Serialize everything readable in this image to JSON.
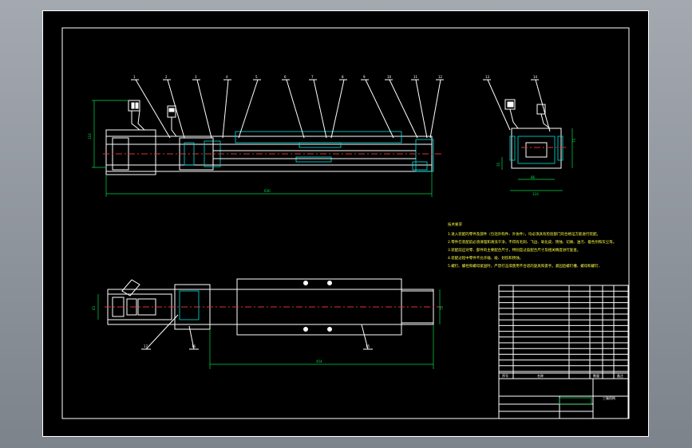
{
  "drawing": {
    "background": "#000000",
    "frame_color": "#ffffff",
    "dimension_color": "#00d84a",
    "centerline_color": "#e03030",
    "hatch_color": "#00e0e0",
    "note_color": "#ffff40"
  },
  "balloons_top": [
    "1",
    "2",
    "3",
    "4",
    "5",
    "6",
    "7",
    "8",
    "9",
    "10",
    "11",
    "12"
  ],
  "balloons_side": [
    "13",
    "14"
  ],
  "balloons_plan": [
    "17",
    "16",
    "15"
  ],
  "dims": {
    "overall_length": "630",
    "height_left": "116",
    "stroke": "454",
    "side_height": "73",
    "side_width": "86",
    "side_small": "35",
    "side_base": "110",
    "plan_width": "73",
    "plan_left": "63"
  },
  "notes": {
    "title": "技术要求",
    "lines": [
      "1.进入装配的零件及部件（包括外购件、外协件），均必须具有检验部门的合格证方能进行装配。",
      "2.零件在装配前必须清理和清洗干净，不得有毛刺、飞边、氧化皮、锈蚀、切屑、油污、着色剂和灰尘等。",
      "3.装配前应对零、部件的主要配合尺寸，特别是过盈配合尺寸及相关精度进行复查。",
      "4.装配过程中零件不允许磕、碰、划伤和锈蚀。",
      "5.螺钉、螺栓和螺母紧固时，严禁打击或使用不合适的旋具和扳手。紧固后螺钉槽、螺母和螺钉、"
    ]
  },
  "title_block": {
    "header": [
      "序号",
      "名称",
      "数量",
      "备注"
    ],
    "drawing_name": "三轴机构"
  }
}
